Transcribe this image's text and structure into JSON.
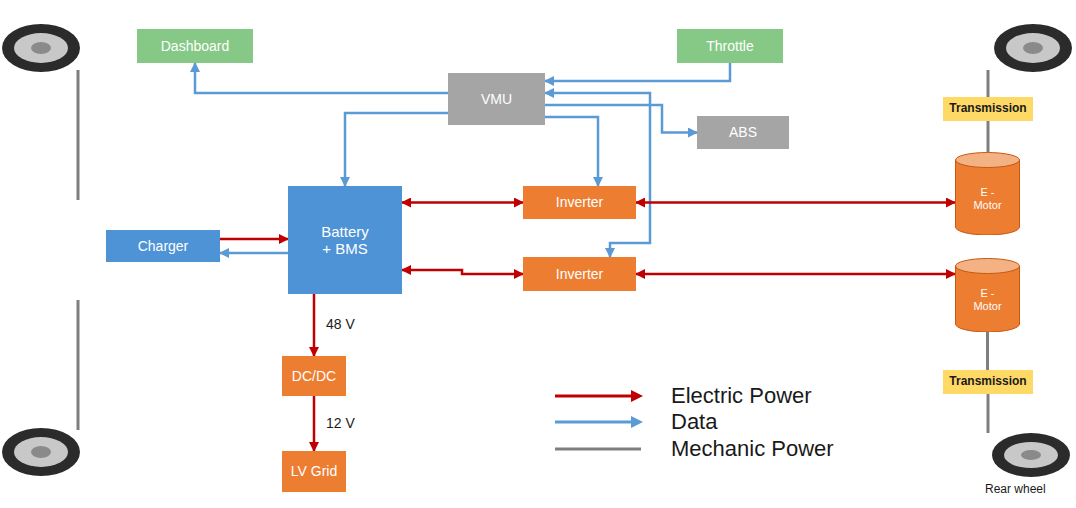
{
  "diagram": {
    "nodes": [
      {
        "text": [
          "Dashboard"
        ]
      },
      {
        "text": [
          "Throttle"
        ]
      },
      {
        "text": [
          "VMU"
        ]
      },
      {
        "text": [
          "Transmission"
        ]
      },
      {
        "text": [
          "ABS"
        ]
      },
      {
        "text": [
          "Battery + BMS"
        ]
      },
      {
        "text": [
          "Inverter"
        ]
      },
      {
        "text": [
          "E - Motor"
        ]
      },
      {
        "text": [
          "Charger"
        ]
      },
      {
        "text": [
          "Inverter"
        ]
      },
      {
        "text": [
          "E - Motor"
        ]
      },
      {
        "text": [
          "Transmission"
        ]
      },
      {
        "text": [
          "DC/DC"
        ]
      },
      {
        "text": [
          "LV Grid"
        ]
      }
    ],
    "edges": [
      {
        "from": 2,
        "to": 0,
        "arrow": "to"
      },
      {
        "from": 1,
        "to": 2,
        "arrow": "to"
      },
      {
        "from": 2,
        "to": 4,
        "arrow": "to"
      },
      {
        "from": 2,
        "to": 6,
        "arrow": "to"
      },
      {
        "from": 2,
        "to": 9,
        "arrow": "both"
      },
      {
        "from": 2,
        "to": 5,
        "arrow": "to"
      },
      {
        "from": 8,
        "to": 5,
        "arrow": "to"
      },
      {
        "from": 5,
        "to": 8,
        "arrow": "to"
      },
      {
        "from": 5,
        "to": 6,
        "arrow": "both"
      },
      {
        "from": 5,
        "to": 9,
        "arrow": "both"
      },
      {
        "from": 6,
        "to": 7,
        "arrow": "both"
      },
      {
        "from": 9,
        "to": 10,
        "arrow": "both"
      },
      {
        "from": 5,
        "to": 12,
        "label": "48 V",
        "arrow": "to"
      },
      {
        "from": 12,
        "to": 13,
        "label": "12 V",
        "arrow": "to"
      },
      {
        "from": 3,
        "to": 7,
        "arrow": "none"
      },
      {
        "from": 10,
        "to": 11,
        "arrow": "none"
      }
    ],
    "labels": [
      "Rear wheel"
    ],
    "legend": [
      {
        "text": "Electric Power"
      },
      {
        "text": "Data"
      },
      {
        "text": "Mechanic Power"
      }
    ]
  }
}
